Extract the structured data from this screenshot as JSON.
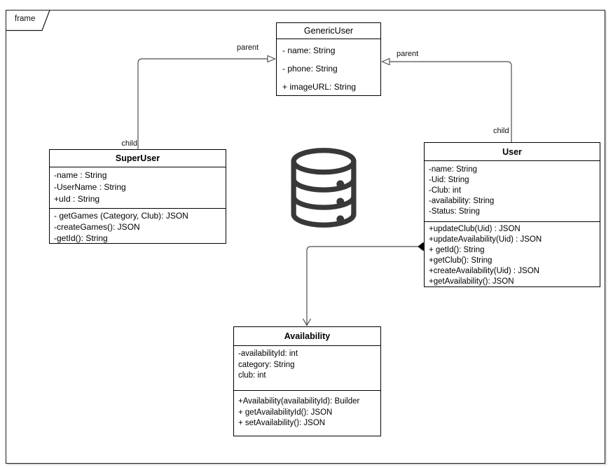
{
  "frame": {
    "label": "frame"
  },
  "diagram": {
    "type": "uml-class-diagram",
    "classes": [
      {
        "name": "GenericUser",
        "title": "GenericUser",
        "attributes": [
          "- name: String",
          "- phone: String",
          "+ imageURL: String"
        ],
        "methods": []
      },
      {
        "name": "SuperUser",
        "title": "SuperUser",
        "attributes": [
          "-name : String",
          "-UserName : String",
          "+uId : String"
        ],
        "methods": [
          "- getGames (Category, Club): JSON",
          "-createGames(): JSON",
          "-getId(): String"
        ]
      },
      {
        "name": "User",
        "title": "User",
        "attributes": [
          "-name: String",
          "-Uid: String",
          "-Club: int",
          "-availability: String",
          "-Status: String"
        ],
        "methods": [
          "+updateClub(Uid) : JSON",
          "+updateAvailability(Uid) : JSON",
          "+ getId(): String",
          "+getClub(): String",
          "+createAvailability(Uid) : JSON",
          "+getAvailability(): JSON"
        ]
      },
      {
        "name": "Availability",
        "title": "Availability",
        "attributes": [
          "-availabilityId: int",
          "category: String",
          "club: int"
        ],
        "methods": [
          "+Availability(availabilityId): Builder",
          "+ getAvailabilityId(): JSON",
          "+ setAvailability(): JSON"
        ]
      }
    ],
    "connector_labels": {
      "superuser_parent": "parent",
      "superuser_child": "child",
      "user_parent": "parent",
      "user_child": "child"
    },
    "icons": {
      "database": "database-icon"
    },
    "colors": {
      "box_border": "#000000",
      "box_fill": "#ffffff",
      "connector": "#4d4d4d",
      "database_icon": "#383838",
      "text": "#000000"
    }
  }
}
